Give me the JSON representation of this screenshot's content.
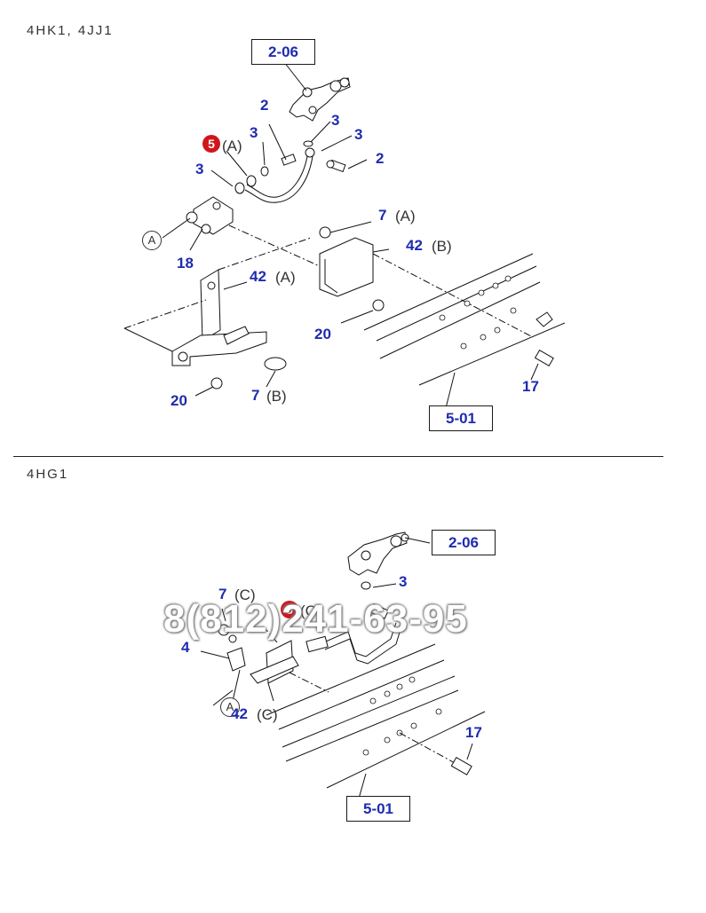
{
  "sections": [
    {
      "title": "4HK1, 4JJ1",
      "refs": [
        "2-06",
        "5-01"
      ],
      "labels": {
        "part_2_upper": "2",
        "part_3_upper_a": "3",
        "part_3_upper_b": "3",
        "part_2_right": "2",
        "part_3_left_a": "3",
        "part_5_num": "5",
        "part_5_sfx": "(A)",
        "part_3_left_b": "3",
        "part_7a_num": "7",
        "part_7a_sfx": "(A)",
        "part_42b_num": "42",
        "part_42b_sfx": "(B)",
        "part_18": "18",
        "part_42a_num": "42",
        "part_42a_sfx": "(A)",
        "part_20_right": "20",
        "part_20_left": "20",
        "part_7b_num": "7",
        "part_7b_sfx": "(B)",
        "part_17": "17",
        "marker_a": "A"
      }
    },
    {
      "title": "4HG1",
      "refs": [
        "2-06",
        "5-01"
      ],
      "labels": {
        "part_3": "3",
        "part_7c_num": "7",
        "part_7c_sfx": "(C)",
        "part_5_num": "5",
        "part_5_sfx": "(C)",
        "part_4": "4",
        "part_42c_num": "42",
        "part_42c_sfx": "(C)",
        "part_17": "17",
        "marker_a": "A"
      }
    }
  ],
  "watermark": "8(812)241-63-95",
  "colors": {
    "label_blue": "#1f2bb0",
    "marker_red": "#d0161c",
    "line": "#111111"
  }
}
